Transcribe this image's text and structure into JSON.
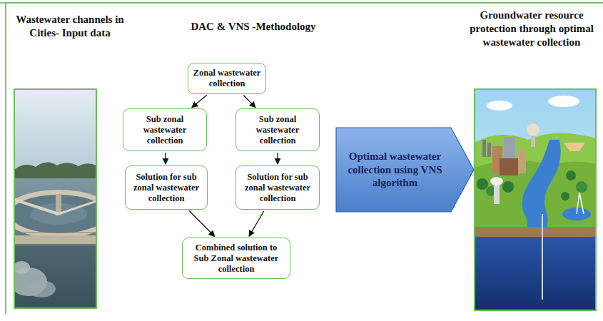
{
  "diagram": {
    "nodes": [
      {
        "text": [
          "Zonal wastewater collection"
        ]
      },
      {
        "text": [
          "Sub zonal wastewater collection"
        ]
      },
      {
        "text": [
          "Sub zonal wastewater collection"
        ]
      },
      {
        "text": [
          "Solution for sub zonal wastewater collection"
        ]
      },
      {
        "text": [
          "Solution for sub zonal wastewater collection"
        ]
      },
      {
        "text": [
          "Combined solution to Sub Zonal wastewater collection"
        ]
      },
      {
        "text": [
          "Optimal wastewater collection using VNS algorithm"
        ]
      }
    ],
    "edges": [
      {
        "from": 0,
        "to": 1,
        "arrow": "to"
      },
      {
        "from": 0,
        "to": 2,
        "arrow": "to"
      },
      {
        "from": 1,
        "to": 3,
        "arrow": "to"
      },
      {
        "from": 2,
        "to": 4,
        "arrow": "to"
      },
      {
        "from": 3,
        "to": 5,
        "arrow": "to"
      },
      {
        "from": 4,
        "to": 5,
        "arrow": "to"
      }
    ],
    "labels": [
      "Wastewater channels in Cities- Input data",
      "DAC & VNS -Methodology",
      "Groundwater resource protection through optimal wastewater collection"
    ]
  }
}
